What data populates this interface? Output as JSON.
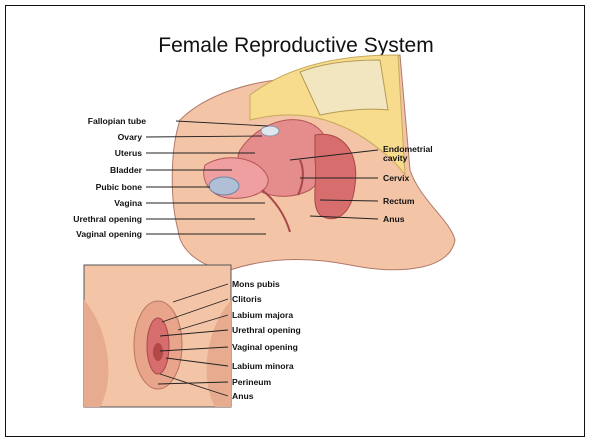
{
  "title": "Female Reproductive System",
  "sagittal_labels_left": [
    "Fallopian tube",
    "Ovary",
    "Uterus",
    "Bladder",
    "Pubic bone",
    "Vagina",
    "Urethral opening",
    "Vaginal opening"
  ],
  "sagittal_labels_right": [
    "Endometrial",
    "cavity",
    "Cervix",
    "Rectum",
    "Anus"
  ],
  "external_labels": [
    "Mons pubis",
    "Clitoris",
    "Labium majora",
    "Urethral opening",
    "Vaginal opening",
    "Labium minora",
    "Perineum",
    "Anus"
  ],
  "colors": {
    "skin": "#f4c4a7",
    "fat": "#f6dc8c",
    "organ": "#e58c8c",
    "organ_dark": "#c85a5a",
    "bone": "#aebfd6",
    "line": "#222222"
  }
}
